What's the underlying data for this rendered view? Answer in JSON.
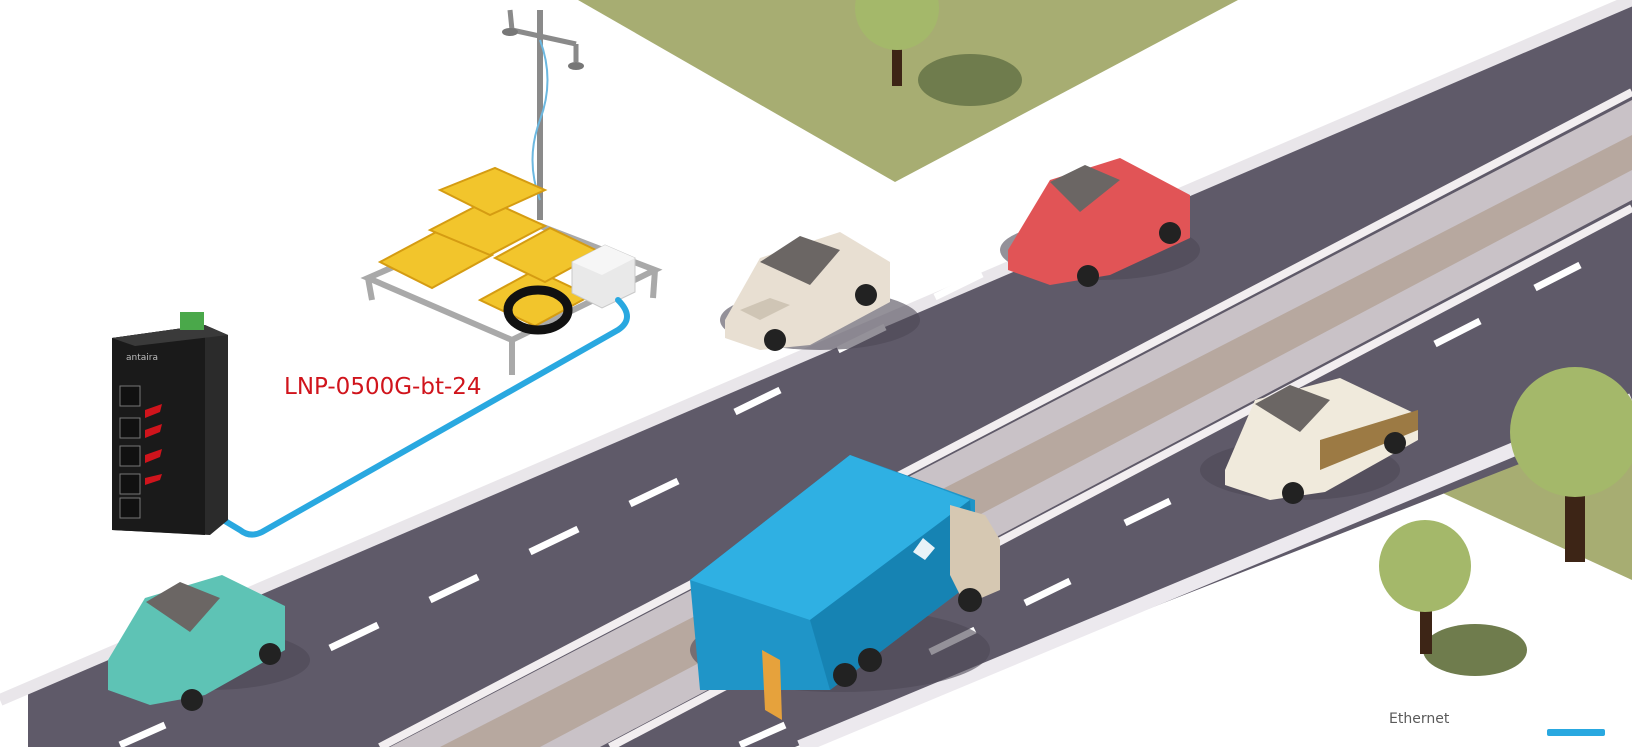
{
  "device_label": "LNP-0500G-bt-24",
  "legend": {
    "label": "Ethernet",
    "color": "#29a8e0"
  },
  "switch_brand": "antaira",
  "colors": {
    "label_red": "#d0141c",
    "cable_blue": "#29a8e0",
    "road": "#5f5a69",
    "grass": "#a7ad72"
  },
  "icons": [
    "recycle-icon"
  ]
}
